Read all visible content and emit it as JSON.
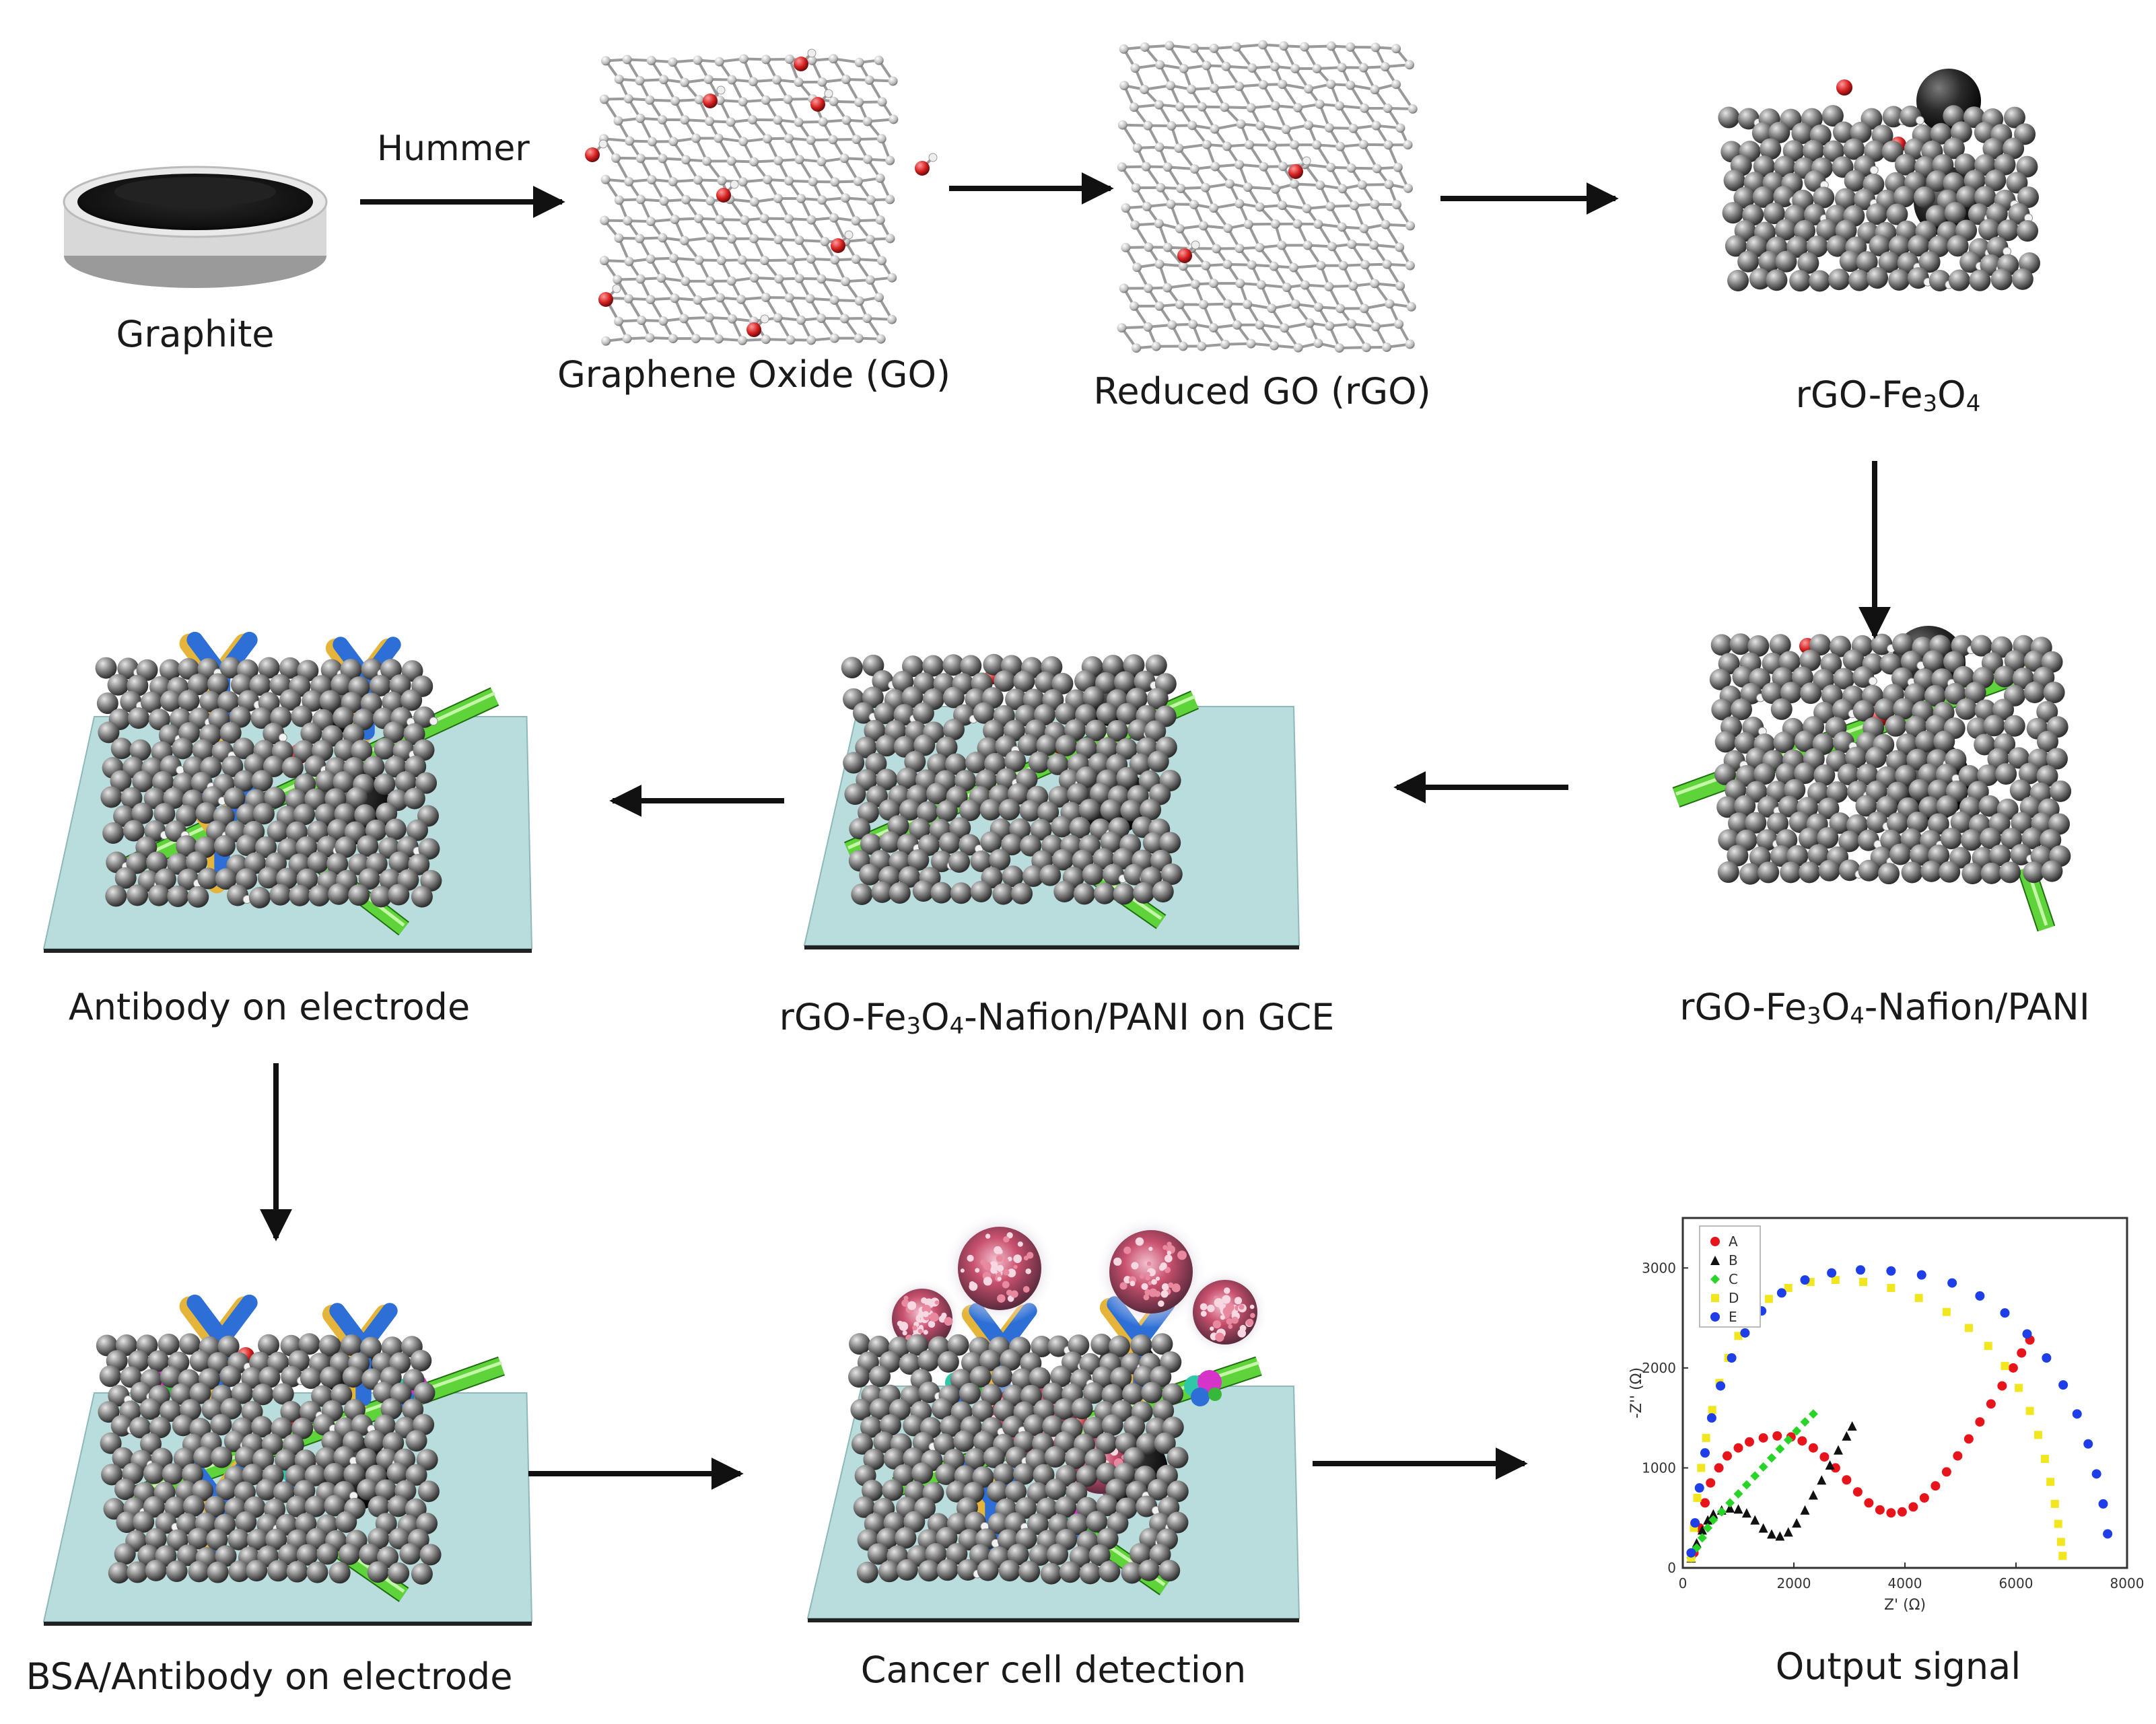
{
  "title": "",
  "stages": {
    "graphite": {
      "label": "Graphite"
    },
    "graphene_oxide": {
      "label": "Graphene Oxide (GO)"
    },
    "reduced_go": {
      "label": "Reduced GO (rGO)"
    },
    "rgo_fe3o4": {
      "label_main": "rGO-Fe",
      "sub1": "3",
      "mid": "O",
      "sub2": "4",
      "tail": ""
    },
    "rgo_fe3o4_nafion_pani": {
      "label_main": "rGO-Fe",
      "sub1": "3",
      "mid": "O",
      "sub2": "4",
      "tail": "-Nafion/PANI"
    },
    "rgo_fe3o4_nafion_pani_gce": {
      "label_main": "rGO-Fe",
      "sub1": "3",
      "mid": "O",
      "sub2": "4",
      "tail": "-Nafion/PANI on GCE"
    },
    "antibody_on_electrode": {
      "label": "Antibody on electrode"
    },
    "bsa_antibody_on_electrode": {
      "label": "BSA/Antibody on electrode"
    },
    "cancer_cell_detection": {
      "label": "Cancer cell detection"
    },
    "output_signal": {
      "label": "Output signal"
    }
  },
  "arrows": {
    "hummer": {
      "label": "Hummer"
    }
  },
  "colors": {
    "carbon": "#7a7a7a",
    "oxygen": "#d42020",
    "electrode": "#b9dcdc",
    "nanoparticle": "#1c1c1c",
    "pani_rod": "#5fd43a",
    "antibody_blue": "#2d6fd6",
    "antibody_gold": "#e5b43a"
  },
  "chart_data": {
    "type": "scatter",
    "title": "",
    "xlabel": "Z' (Ω)",
    "ylabel": "-Z'' (Ω)",
    "xlim": [
      0,
      8000
    ],
    "ylim": [
      0,
      3500
    ],
    "xticks": [
      "0",
      "2000",
      "4000",
      "6000",
      "8000"
    ],
    "yticks": [
      "0",
      "1000",
      "2000",
      "3000"
    ],
    "legend_position": "top-left",
    "series": [
      {
        "name": "A",
        "color": "#e8141c",
        "marker": "circle",
        "x": [
          200,
          300,
          400,
          500,
          650,
          800,
          1000,
          1200,
          1450,
          1700,
          1950,
          2150,
          2350,
          2550,
          2750,
          2950,
          3150,
          3350,
          3550,
          3750,
          3950,
          4150,
          4350,
          4550,
          4750,
          4950,
          5150,
          5350,
          5550,
          5750,
          5950,
          6100,
          6250
        ],
        "y": [
          150,
          400,
          650,
          850,
          1000,
          1120,
          1200,
          1260,
          1300,
          1320,
          1310,
          1270,
          1200,
          1110,
          1000,
          880,
          760,
          650,
          580,
          550,
          560,
          610,
          700,
          820,
          960,
          1120,
          1290,
          1460,
          1640,
          1820,
          2000,
          2150,
          2280
        ]
      },
      {
        "name": "B",
        "color": "#111111",
        "marker": "triangle",
        "x": [
          150,
          250,
          350,
          450,
          550,
          700,
          850,
          1000,
          1150,
          1300,
          1450,
          1600,
          1750,
          1900,
          2050,
          2200,
          2350,
          2500,
          2650,
          2800,
          2950,
          3050
        ],
        "y": [
          100,
          250,
          380,
          480,
          540,
          580,
          600,
          590,
          550,
          480,
          400,
          340,
          320,
          360,
          450,
          580,
          730,
          880,
          1030,
          1180,
          1320,
          1420
        ]
      },
      {
        "name": "C",
        "color": "#28d428",
        "marker": "diamond",
        "x": [
          150,
          250,
          350,
          450,
          550,
          700,
          850,
          1000,
          1150,
          1300,
          1450,
          1600,
          1750,
          1900,
          2050,
          2200,
          2350
        ],
        "y": [
          100,
          200,
          300,
          400,
          480,
          560,
          650,
          740,
          830,
          920,
          1010,
          1100,
          1190,
          1280,
          1370,
          1460,
          1540
        ]
      },
      {
        "name": "D",
        "color": "#f2e61e",
        "marker": "square",
        "x": [
          150,
          200,
          260,
          330,
          420,
          530,
          660,
          820,
          1000,
          1250,
          1550,
          1900,
          2300,
          2750,
          3250,
          3750,
          4250,
          4750,
          5150,
          5500,
          5800,
          6050,
          6250,
          6400,
          6520,
          6620,
          6700,
          6760,
          6810,
          6840
        ],
        "y": [
          100,
          400,
          700,
          1000,
          1300,
          1580,
          1850,
          2100,
          2320,
          2520,
          2690,
          2800,
          2860,
          2880,
          2860,
          2800,
          2700,
          2560,
          2400,
          2220,
          2020,
          1800,
          1570,
          1330,
          1090,
          860,
          640,
          440,
          260,
          120
        ]
      },
      {
        "name": "E",
        "color": "#1e3ee8",
        "marker": "circle",
        "x": [
          150,
          220,
          300,
          400,
          520,
          680,
          880,
          1120,
          1420,
          1780,
          2200,
          2680,
          3200,
          3750,
          4300,
          4850,
          5350,
          5800,
          6200,
          6550,
          6850,
          7100,
          7300,
          7450,
          7570,
          7650
        ],
        "y": [
          150,
          450,
          800,
          1150,
          1500,
          1820,
          2100,
          2350,
          2570,
          2750,
          2880,
          2950,
          2980,
          2970,
          2930,
          2850,
          2720,
          2550,
          2340,
          2100,
          1830,
          1540,
          1240,
          940,
          640,
          340
        ]
      }
    ]
  }
}
